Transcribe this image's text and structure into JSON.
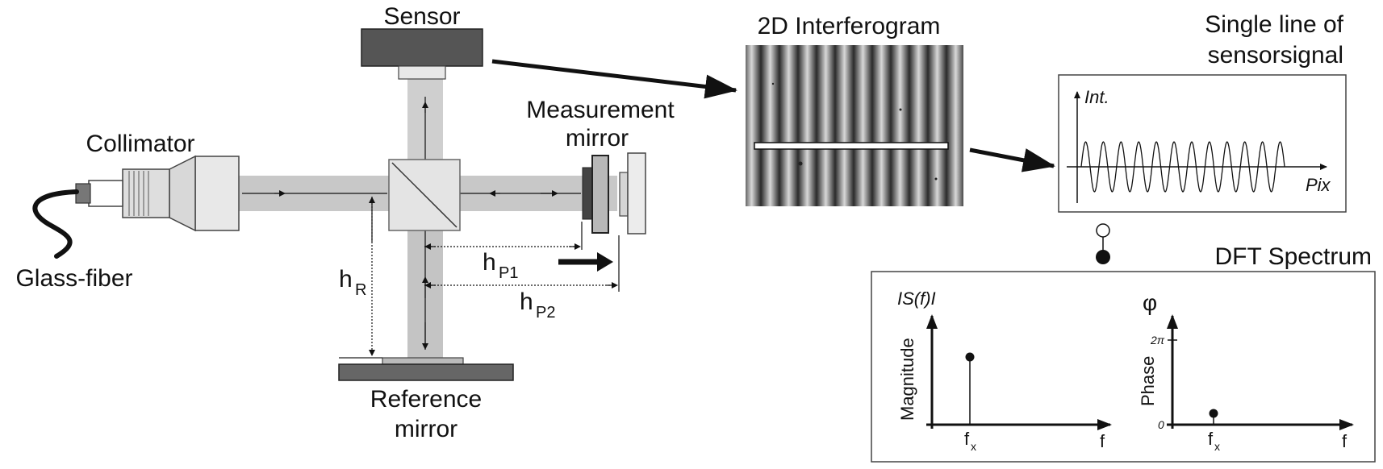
{
  "labels": {
    "sensor": "Sensor",
    "collimator": "Collimator",
    "glass_fiber": "Glass-fiber",
    "measurement_mirror_1": "Measurement",
    "measurement_mirror_2": "mirror",
    "reference_mirror_1": "Reference",
    "reference_mirror_2": "mirror",
    "hr": "h",
    "hr_sub": "R",
    "hp1": "h",
    "hp1_sub": "P1",
    "hp2": "h",
    "hp2_sub": "P2",
    "interferogram_title": "2D Interferogram",
    "single_line_1": "Single line of",
    "single_line_2": "sensorsignal",
    "dft_title": "DFT Spectrum"
  },
  "signal_plot": {
    "y_label": "Int.",
    "x_label": "Pix"
  },
  "magnitude_plot": {
    "top_label": "IS(f)I",
    "y_label": "Magnitude",
    "x_label": "f",
    "tick_label": "f",
    "tick_sub": "x"
  },
  "phase_plot": {
    "top_label": "φ",
    "y_label": "Phase",
    "x_label": "f",
    "tick_label": "f",
    "tick_sub": "x",
    "y_tick_top": "2π",
    "y_tick_zero": "0"
  },
  "colors": {
    "beam": "#c9c9c9",
    "dark_block": "#555555",
    "outline": "#222222"
  }
}
